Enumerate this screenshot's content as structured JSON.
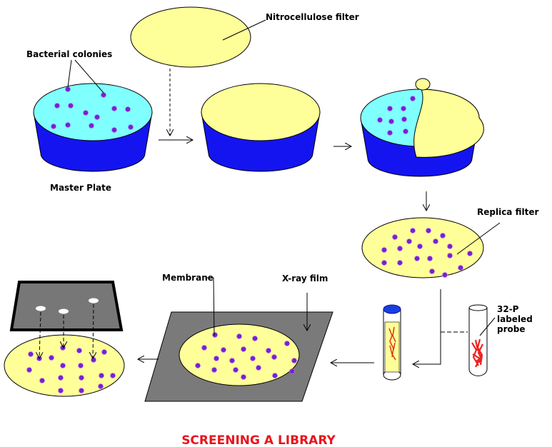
{
  "labels": {
    "nitrocellulose": "Nitrocellulose filter",
    "bacterial_colonies": "Bacterial colonies",
    "master_plate": "Master Plate",
    "replica_filter": "Replica filter",
    "probe_line1": "32-P",
    "probe_line2": "labeled",
    "probe_line3": "probe",
    "membrane": "Membrane",
    "xray_film": "X-ray film"
  },
  "title": "SCREENING A LIBRARY",
  "colors": {
    "plate_side": "#1414f0",
    "agar": "#80ffff",
    "filter": "#ffff99",
    "colony": "#7a1fd0",
    "film": "#7a7a7a",
    "title": "#e8141c",
    "probe": "#ee2222"
  }
}
